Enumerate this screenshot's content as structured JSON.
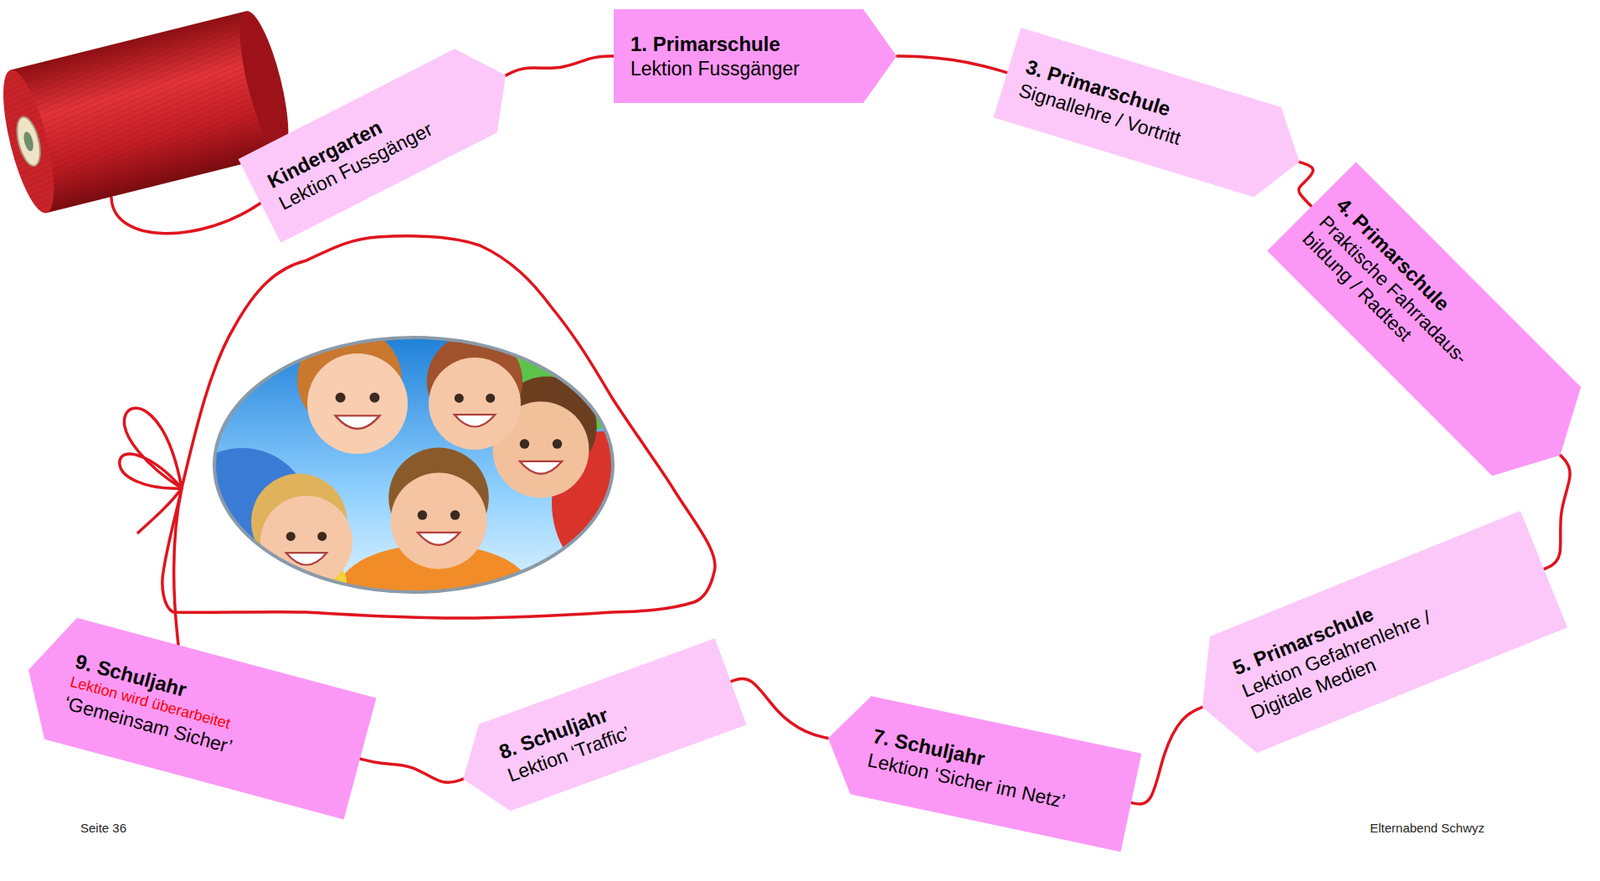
{
  "diagram": {
    "nodes": [
      {
        "text": [
          "Kindergarten",
          "Lektion Fussgänger"
        ]
      },
      {
        "text": [
          "1. Primarschule",
          "Lektion Fussgänger"
        ]
      },
      {
        "text": [
          "3. Primarschule",
          "Signallehre / Vortritt"
        ]
      },
      {
        "text": [
          "4. Primarschule",
          "Praktische Fahrradaus- bildung / Radtest"
        ]
      },
      {
        "text": [
          "5. Primarschule",
          "Lektion Gefahrenlehre / Digitale Medien"
        ]
      },
      {
        "text": [
          "7. Schuljahr",
          "Lektion ‘Sicher im Netz’"
        ]
      },
      {
        "text": [
          "8. Schuljahr",
          "Lektion ‘Traffic’"
        ]
      },
      {
        "text": [
          "9. Schuljahr",
          "Lektion wird überarbeitet",
          "‘Gemeinsam Sicher’"
        ]
      }
    ],
    "edges": [
      {
        "from": 0,
        "to": 1,
        "arrow": "none"
      },
      {
        "from": 1,
        "to": 2,
        "arrow": "none"
      },
      {
        "from": 2,
        "to": 3,
        "arrow": "none"
      },
      {
        "from": 3,
        "to": 4,
        "arrow": "none"
      },
      {
        "from": 4,
        "to": 5,
        "arrow": "none"
      },
      {
        "from": 5,
        "to": 6,
        "arrow": "none"
      },
      {
        "from": 6,
        "to": 7,
        "arrow": "none"
      }
    ],
    "labels": [
      "Seite 36",
      "Elternabend Schwyz"
    ]
  }
}
